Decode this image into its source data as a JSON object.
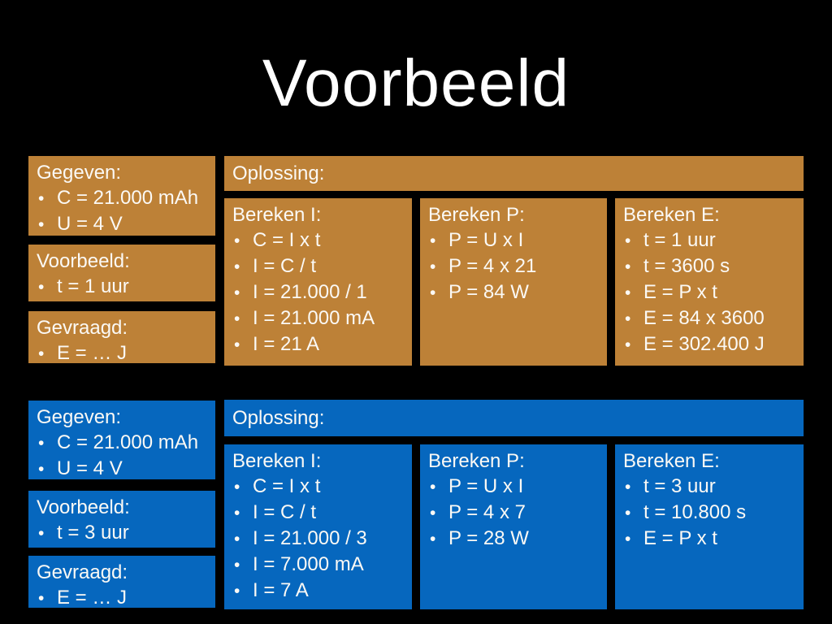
{
  "title": "Voorbeeld",
  "colors": {
    "background": "#000000",
    "orange": "#BD8137",
    "blue": "#0667BE",
    "text": "#FFFFFF"
  },
  "sections": [
    {
      "name": "example-1-orange",
      "color": "#BD8137",
      "boxes": {
        "gegeven": {
          "heading": "Gegeven:",
          "items": [
            "C = 21.000 mAh",
            "U = 4 V"
          ]
        },
        "voorbeeld": {
          "heading": "Voorbeeld:",
          "items": [
            "t = 1 uur"
          ]
        },
        "gevraagd": {
          "heading": "Gevraagd:",
          "items": [
            "E = … J"
          ]
        },
        "oplossing": {
          "heading": "Oplossing:"
        },
        "bereken_i": {
          "heading": "Bereken I:",
          "items": [
            "C = I x t",
            "I = C / t",
            "I = 21.000 / 1",
            "I = 21.000 mA",
            "I = 21 A"
          ]
        },
        "bereken_p": {
          "heading": "Bereken P:",
          "items": [
            "P = U x I",
            "P = 4 x 21",
            "P = 84 W"
          ]
        },
        "bereken_e": {
          "heading": "Bereken E:",
          "items": [
            "t = 1 uur",
            "t = 3600 s",
            "E = P x t",
            "E = 84 x 3600",
            "E = 302.400 J"
          ]
        }
      }
    },
    {
      "name": "example-2-blue",
      "color": "#0667BE",
      "boxes": {
        "gegeven": {
          "heading": "Gegeven:",
          "items": [
            "C = 21.000 mAh",
            "U = 4 V"
          ]
        },
        "voorbeeld": {
          "heading": "Voorbeeld:",
          "items": [
            "t = 3 uur"
          ]
        },
        "gevraagd": {
          "heading": "Gevraagd:",
          "items": [
            "E = … J"
          ]
        },
        "oplossing": {
          "heading": "Oplossing:"
        },
        "bereken_i": {
          "heading": "Bereken I:",
          "items": [
            "C = I x t",
            "I = C / t",
            "I = 21.000 / 3",
            "I = 7.000 mA",
            "I = 7 A"
          ]
        },
        "bereken_p": {
          "heading": "Bereken P:",
          "items": [
            "P = U x I",
            "P = 4 x 7",
            "P = 28 W"
          ]
        },
        "bereken_e": {
          "heading": "Bereken E:",
          "items": [
            "t = 3 uur",
            "t = 10.800 s",
            "E = P x t"
          ]
        }
      }
    }
  ]
}
